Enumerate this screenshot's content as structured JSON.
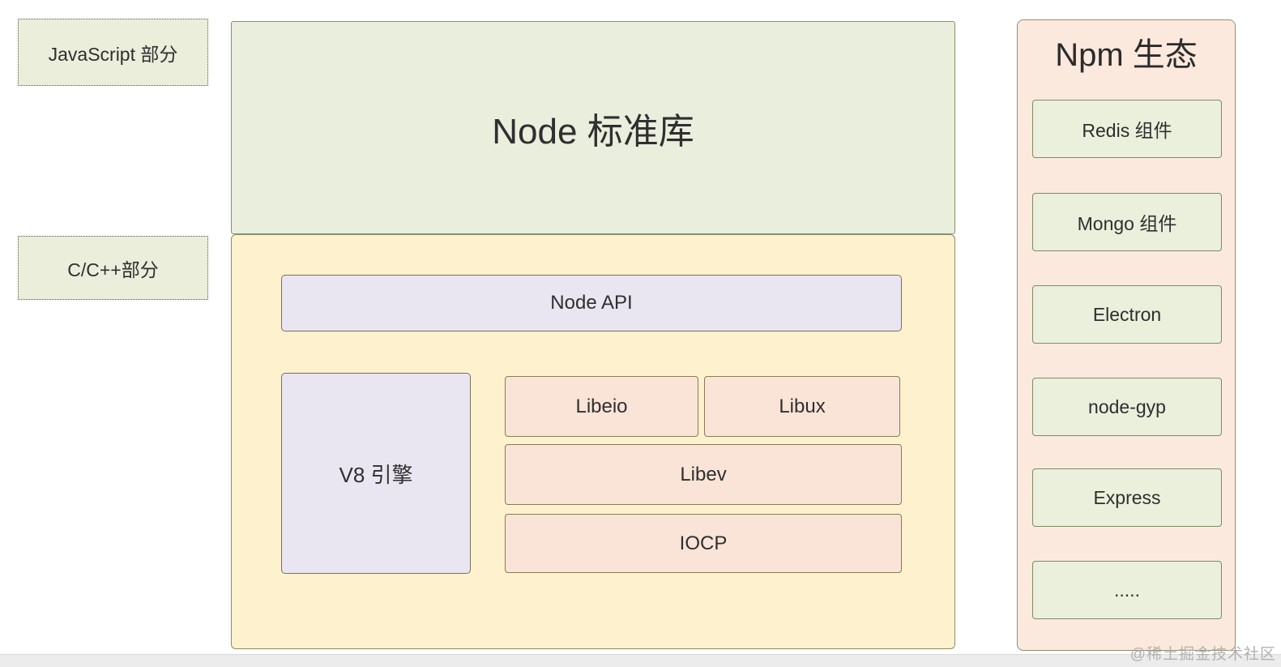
{
  "diagram": {
    "left_labels": {
      "javascript": "JavaScript 部分",
      "c_cpp": "C/C++部分"
    },
    "core": {
      "stdlib": "Node 标准库",
      "node_api": "Node API",
      "v8": "V8 引擎",
      "libeio": "Libeio",
      "libux": "Libux",
      "libev": "Libev",
      "iocp": "IOCP"
    },
    "npm": {
      "title": "Npm 生态",
      "items": [
        "Redis 组件",
        "Mongo 组件",
        "Electron",
        "node-gyp",
        "Express",
        "....."
      ]
    },
    "watermark": "@稀土掘金技术社区",
    "colors": {
      "green_fill": "#eaeedd",
      "yellow_fill": "#fdf2cd",
      "lavender_fill": "#e9e6f1",
      "peach_fill": "#fae4d8",
      "pink_panel_fill": "#fce9de",
      "npm_item_fill": "#eaf0dc",
      "olive_border": "#87906a",
      "strip_gray": "#ececec",
      "text": "#2f2f2f",
      "watermark_gray": "#b3b0ad"
    }
  }
}
